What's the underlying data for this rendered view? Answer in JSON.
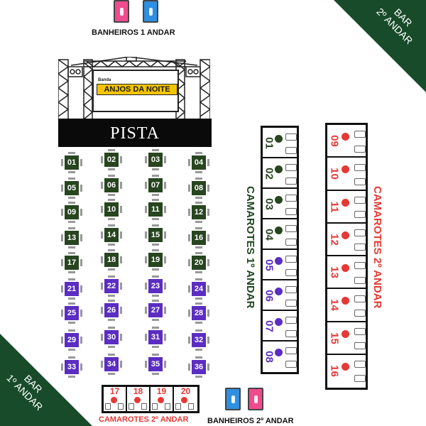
{
  "corners": {
    "top_right": [
      "BAR",
      "2º ANDAR"
    ],
    "bottom_left": [
      "BAR",
      "1º ANDAR"
    ]
  },
  "restrooms": {
    "floor1_label": "BANHEIROS 1 ANDAR",
    "floor2_label": "BANHEIROS 2º ANDAR"
  },
  "stage": {
    "banner_small": "Banda",
    "banner": "ANJOS DA NOITE",
    "floor_label": "PISTA"
  },
  "tables": {
    "green": [
      "01",
      "02",
      "03",
      "04",
      "05",
      "06",
      "07",
      "08",
      "09",
      "10",
      "11",
      "12",
      "13",
      "14",
      "15",
      "16",
      "17",
      "18",
      "19",
      "20"
    ],
    "purple": [
      "21",
      "22",
      "23",
      "24",
      "25",
      "26",
      "27",
      "28",
      "29",
      "30",
      "31",
      "32",
      "33",
      "34",
      "35",
      "36"
    ]
  },
  "camarotes_1": {
    "title": "CAMAROTES 1º ANDAR",
    "items": [
      "01",
      "02",
      "03",
      "04",
      "05",
      "06",
      "07",
      "08"
    ]
  },
  "camarotes_2_right": {
    "title": "CAMAROTES 2º ANDAR",
    "items": [
      "09",
      "10",
      "11",
      "12",
      "13",
      "14",
      "15",
      "16"
    ]
  },
  "camarotes_2_bottom": {
    "title": "CAMAROTES 2º ANDAR",
    "items": [
      "17",
      "18",
      "19",
      "20"
    ]
  },
  "colors": {
    "green": "#27451f",
    "purple": "#5b2dc2",
    "red": "#e53935",
    "bar": "#184b2a"
  }
}
